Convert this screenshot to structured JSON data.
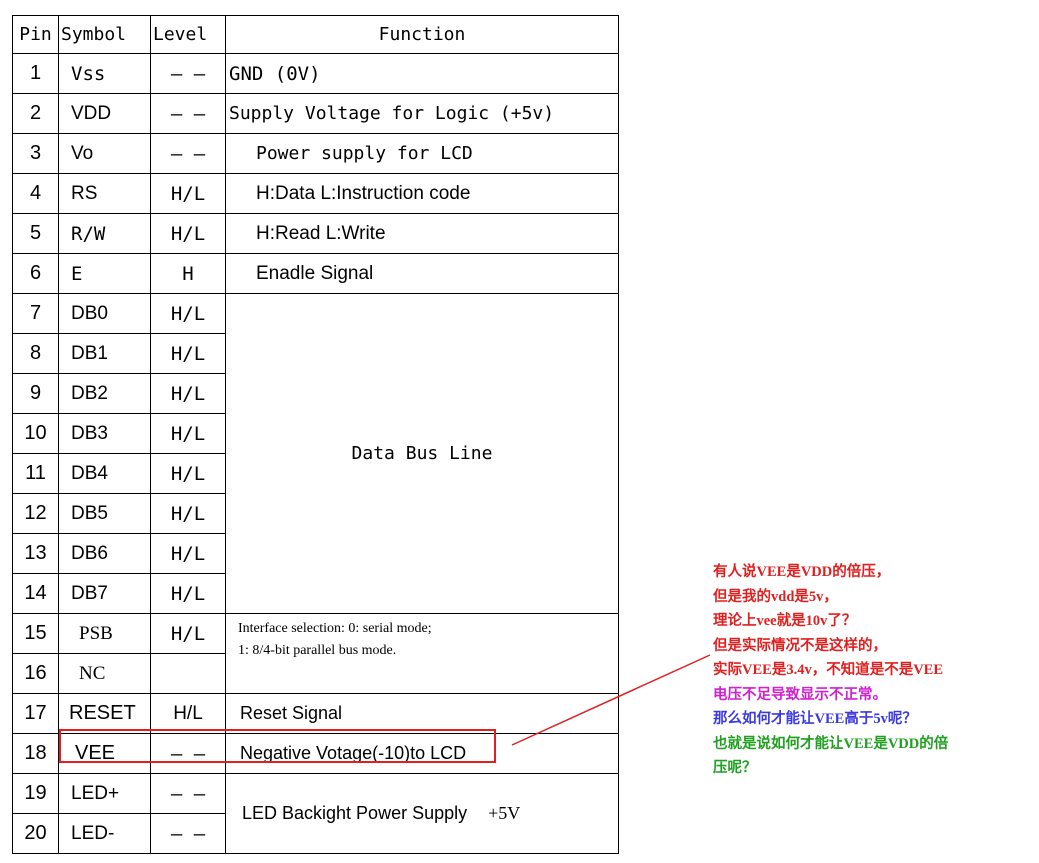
{
  "table": {
    "headers": [
      "Pin",
      "Symbol",
      "Level",
      "Function"
    ],
    "rows": [
      {
        "pin": "1",
        "symbol": "Vss",
        "level": "— —",
        "function": "GND (0V)"
      },
      {
        "pin": "2",
        "symbol": "VDD",
        "level": "— —",
        "function": "Supply Voltage for Logic (+5v)"
      },
      {
        "pin": "3",
        "symbol": "Vo",
        "level": "— —",
        "function": "Power supply for LCD"
      },
      {
        "pin": "4",
        "symbol": "RS",
        "level": "H/L",
        "function": "H:Data L:Instruction code"
      },
      {
        "pin": "5",
        "symbol": "R/W",
        "level": "H/L",
        "function": "H:Read L:Write"
      },
      {
        "pin": "6",
        "symbol": "E",
        "level": "H",
        "function": "Enadle Signal"
      },
      {
        "pin": "7",
        "symbol": "DB0",
        "level": "H/L"
      },
      {
        "pin": "8",
        "symbol": "DB1",
        "level": "H/L"
      },
      {
        "pin": "9",
        "symbol": "DB2",
        "level": "H/L"
      },
      {
        "pin": "10",
        "symbol": "DB3",
        "level": "H/L"
      },
      {
        "pin": "11",
        "symbol": "DB4",
        "level": "H/L"
      },
      {
        "pin": "12",
        "symbol": "DB5",
        "level": "H/L"
      },
      {
        "pin": "13",
        "symbol": "DB6",
        "level": "H/L"
      },
      {
        "pin": "14",
        "symbol": "DB7",
        "level": "H/L"
      },
      {
        "pin": "15",
        "symbol": "PSB",
        "level": "H/L"
      },
      {
        "pin": "16",
        "symbol": "NC",
        "level": ""
      },
      {
        "pin": "17",
        "symbol": "RESET",
        "level": "H/L",
        "function": "Reset Signal"
      },
      {
        "pin": "18",
        "symbol": "VEE",
        "level": "— —",
        "function": "Negative Votage(-10)to LCD"
      },
      {
        "pin": "19",
        "symbol": "LED+",
        "level": "— —"
      },
      {
        "pin": "20",
        "symbol": "LED-",
        "level": "— —"
      }
    ],
    "data_bus_function": "Data Bus Line",
    "interface_function_line1": "Interface selection: 0: serial mode;",
    "interface_function_line2": "1: 8/4-bit parallel bus mode.",
    "led_function": "LED Backight Power Supply",
    "led_voltage": "+5V"
  },
  "annotation": {
    "highlight_color": "#e02020",
    "lines": [
      {
        "text": "有人说VEE是VDD的倍压，",
        "color": "#e02020"
      },
      {
        "text": "但是我的vdd是5v，",
        "color": "#e02020"
      },
      {
        "text": "理论上vee就是10v了？",
        "color": "#e02020"
      },
      {
        "text": "但是实际情况不是这样的，",
        "color": "#e02020"
      },
      {
        "text": "实际VEE是3.4v，不知道是不是VEE",
        "color": "#e02020"
      },
      {
        "text": "电压不足导致显示不正常。",
        "color": "#d020d0"
      },
      {
        "text": "那么如何才能让VEE高于5v呢？",
        "color": "#3a3ae0"
      },
      {
        "text": "也就是说如何才能让VEE是VDD的倍",
        "color": "#20a020"
      },
      {
        "text": "压呢？",
        "color": "#20a020"
      }
    ]
  }
}
